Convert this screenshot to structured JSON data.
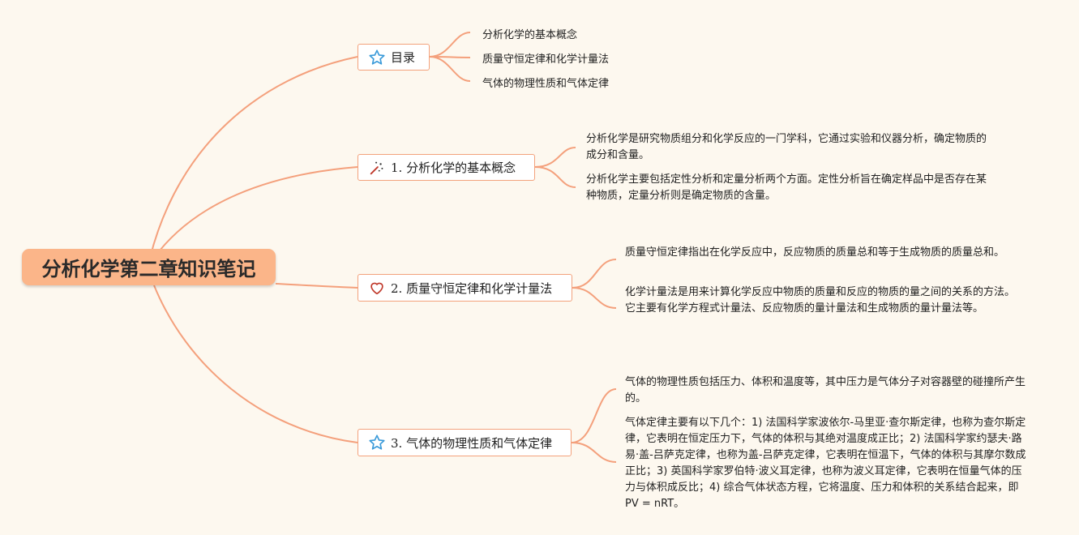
{
  "root": {
    "title": "分析化学第二章知识笔记"
  },
  "branches": [
    {
      "label": "目录",
      "icon": "star-icon",
      "items": [
        "分析化学的基本概念",
        "质量守恒定律和化学计量法",
        "气体的物理性质和气体定律"
      ]
    },
    {
      "label": "1. 分析化学的基本概念",
      "icon": "magic-wand-icon",
      "items": [
        "分析化学是研究物质组分和化学反应的一门学科，它通过实验和仪器分析，确定物质的成分和含量。",
        "分析化学主要包括定性分析和定量分析两个方面。定性分析旨在确定样品中是否存在某种物质，定量分析则是确定物质的含量。"
      ]
    },
    {
      "label": "2. 质量守恒定律和化学计量法",
      "icon": "heart-icon",
      "items": [
        "质量守恒定律指出在化学反应中，反应物质的质量总和等于生成物质的质量总和。",
        "化学计量法是用来计算化学反应中物质的质量和反应的物质的量之间的关系的方法。它主要有化学方程式计量法、反应物质的量计量法和生成物质的量计量法等。"
      ]
    },
    {
      "label": "3. 气体的物理性质和气体定律",
      "icon": "star-icon",
      "items": [
        "气体的物理性质包括压力、体积和温度等，其中压力是气体分子对容器壁的碰撞所产生的。",
        "气体定律主要有以下几个：1) 法国科学家波依尔-马里亚·查尔斯定律，也称为查尔斯定律，它表明在恒定压力下，气体的体积与其绝对温度成正比；2) 法国科学家约瑟夫·路易·盖-吕萨克定律，也称为盖-吕萨克定律，它表明在恒温下，气体的体积与其摩尔数成正比；3) 英国科学家罗伯特·波义耳定律，也称为波义耳定律，它表明在恒量气体的压力与体积成反比；4) 综合气体状态方程，它将温度、压力和体积的关系结合起来，即PV = nRT。"
      ]
    }
  ],
  "colors": {
    "line": "#f4a07c",
    "root_fill": "#fbb589",
    "node_border": "#f3a27c",
    "background": "#fdf8ef",
    "icon_blue": "#3a9ad9",
    "icon_red": "#c0392b"
  }
}
